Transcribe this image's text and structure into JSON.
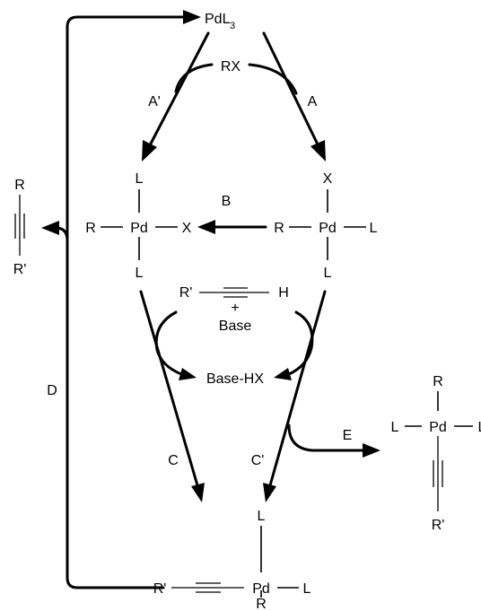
{
  "diagram": {
    "catalyst": {
      "label": "PdL",
      "subscript": "3"
    },
    "reagent_rx": "RX",
    "steps": {
      "a": "A",
      "a_prime": "A'",
      "b": "B",
      "c": "C",
      "c_prime": "C'",
      "d": "D",
      "e": "E"
    },
    "complex_left": {
      "top": "L",
      "left": "R",
      "metal": "Pd",
      "right": "X",
      "bottom": "L"
    },
    "complex_right": {
      "top": "X",
      "left": "R",
      "metal": "Pd",
      "right": "L",
      "bottom": "L"
    },
    "alkyne_reagent": {
      "left": "R'",
      "right": "H",
      "plus": "+",
      "base": "Base"
    },
    "byproduct": "Base-HX",
    "product_alkyne": {
      "top": "R",
      "bottom": "R'"
    },
    "complex_bottom": {
      "top": "L",
      "left": "R'",
      "metal": "Pd",
      "right": "L",
      "bottom": "R"
    },
    "complex_side": {
      "top": "R",
      "left": "L",
      "metal": "Pd",
      "right": "L",
      "bottom": "R'"
    }
  }
}
